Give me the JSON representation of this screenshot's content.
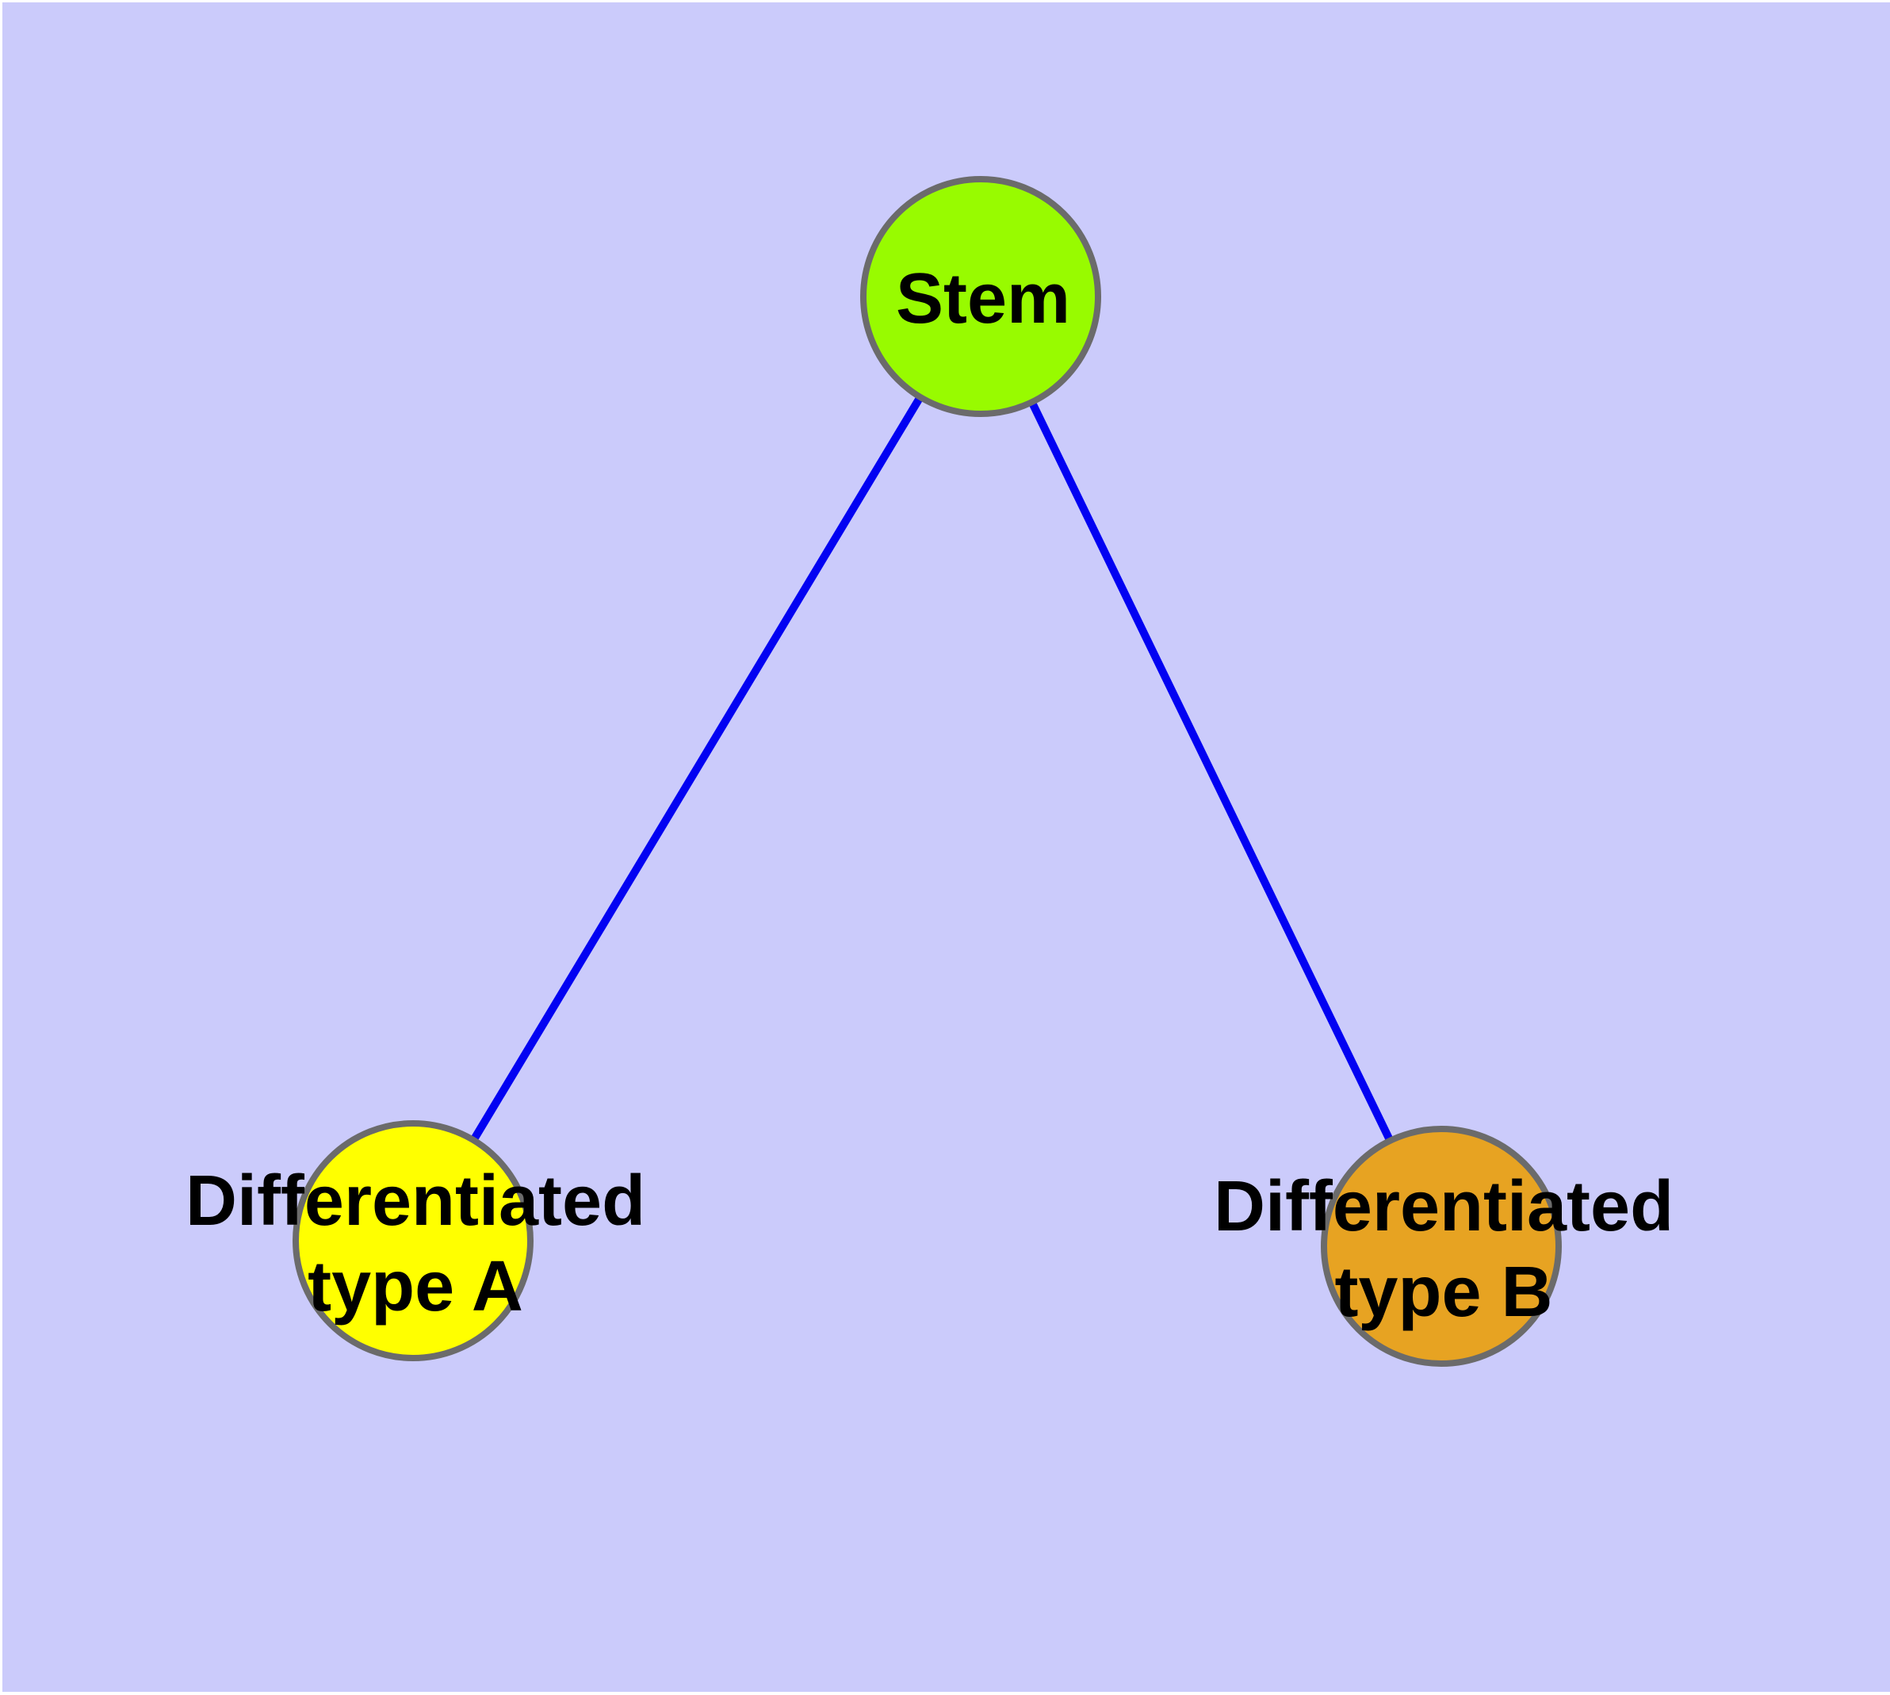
{
  "graph": {
    "background_color": "#CBCBFB",
    "frame_color": "#FFFFFF",
    "edge_color": "#0202F2",
    "node_border_color": "#6B6B6B",
    "label_color": "#000000",
    "nodes": {
      "stem": {
        "label": "Stem",
        "fill": "#98FB00"
      },
      "type_a": {
        "label": "Differentiated\ntype A",
        "fill": "#FFFF00"
      },
      "type_b": {
        "label": "Differentiated\ntype B",
        "fill": "#E7A322"
      }
    },
    "edges": [
      {
        "from": "Stem",
        "to": "Differentiated type A"
      },
      {
        "from": "Stem",
        "to": "Differentiated type B"
      }
    ]
  }
}
